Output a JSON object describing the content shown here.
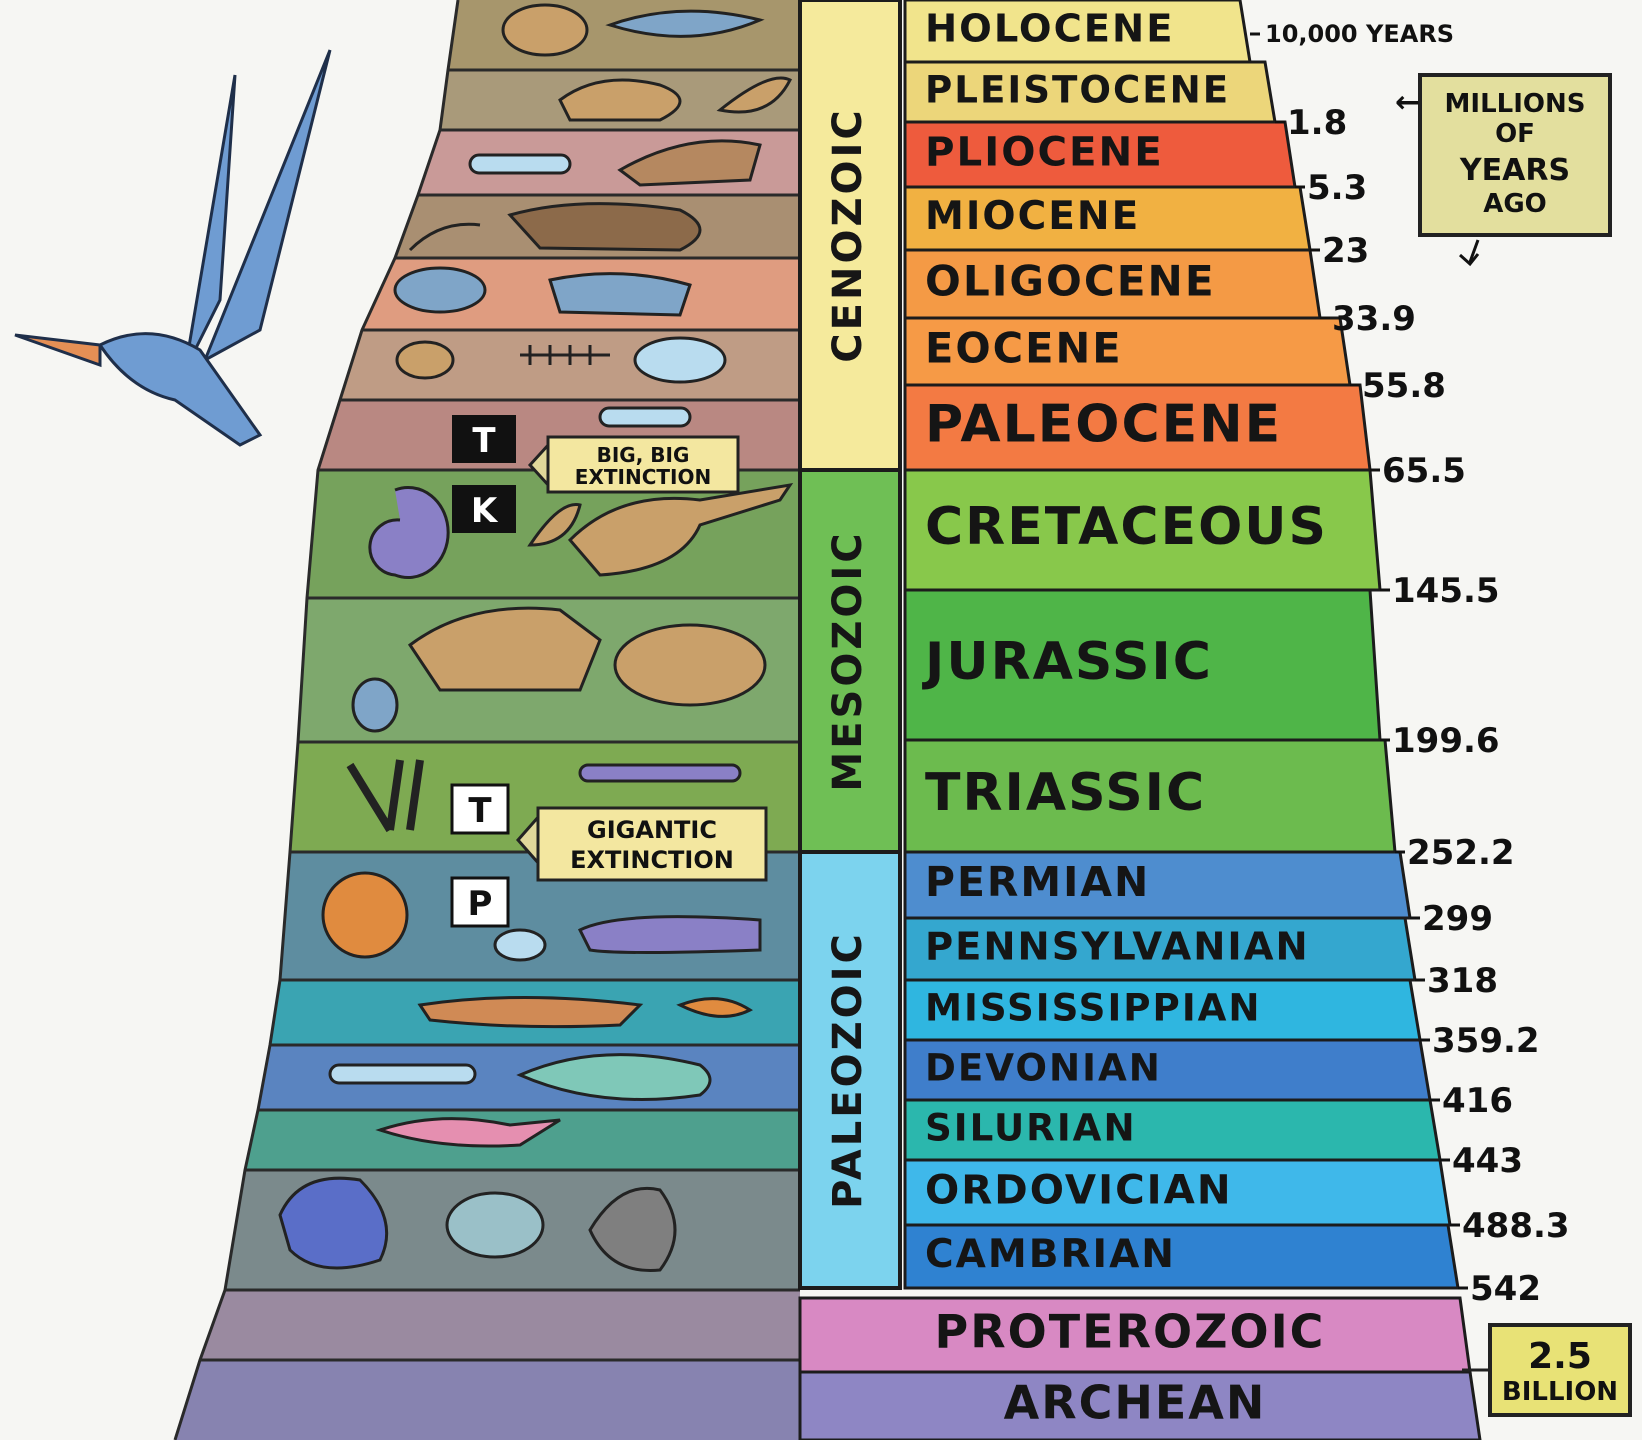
{
  "eras": [
    {
      "name": "CENOZOIC",
      "color": "#f5ea9c"
    },
    {
      "name": "MESOZOIC",
      "color": "#6fbf55"
    },
    {
      "name": "PALEOZOIC",
      "color": "#7cd3ee"
    }
  ],
  "precambrian": [
    {
      "name": "PROTEROZOIC",
      "color": "#d889c3"
    },
    {
      "name": "ARCHEAN",
      "color": "#8e86c4"
    }
  ],
  "periods": [
    {
      "name": "HOLOCENE",
      "color": "#f1e48c",
      "age": "10,000 YEARS"
    },
    {
      "name": "PLEISTOCENE",
      "color": "#ecd67a",
      "age": "1.8"
    },
    {
      "name": "PLIOCENE",
      "color": "#ee5b3d",
      "age": "5.3"
    },
    {
      "name": "MIOCENE",
      "color": "#f1b142",
      "age": "23"
    },
    {
      "name": "OLIGOCENE",
      "color": "#f49a45",
      "age": "33.9"
    },
    {
      "name": "EOCENE",
      "color": "#f69a46",
      "age": "55.8"
    },
    {
      "name": "PALEOCENE",
      "color": "#f37a43",
      "age": "65.5"
    },
    {
      "name": "CRETACEOUS",
      "color": "#88c84b",
      "age": "145.5"
    },
    {
      "name": "JURASSIC",
      "color": "#4fb548",
      "age": "199.6"
    },
    {
      "name": "TRIASSIC",
      "color": "#6cbb4e",
      "age": "252.2"
    },
    {
      "name": "PERMIAN",
      "color": "#4e8dcf",
      "age": "299"
    },
    {
      "name": "PENNSYLVANIAN",
      "color": "#34a7cf",
      "age": "318"
    },
    {
      "name": "MISSISSIPPIAN",
      "color": "#2fb6e0",
      "age": "359.2"
    },
    {
      "name": "DEVONIAN",
      "color": "#3f7ecb",
      "age": "416"
    },
    {
      "name": "SILURIAN",
      "color": "#2bb7ad",
      "age": "443"
    },
    {
      "name": "ORDOVICIAN",
      "color": "#3fb8ea",
      "age": "488.3"
    },
    {
      "name": "CAMBRIAN",
      "color": "#2f82d1",
      "age": "542"
    }
  ],
  "scale_box": {
    "line1": "MILLIONS",
    "line2": "OF",
    "line3": "YEARS",
    "line4": "AGO"
  },
  "billion_box": {
    "value": "2.5",
    "unit": "BILLION"
  },
  "extinctions": [
    {
      "top": "T",
      "bottom": "K",
      "label_line1": "BIG, BIG",
      "label_line2": "EXTINCTION"
    },
    {
      "top": "T",
      "bottom": "P",
      "label_line1": "GIGANTIC",
      "label_line2": "EXTINCTION"
    }
  ],
  "arrow_glyph": "←"
}
